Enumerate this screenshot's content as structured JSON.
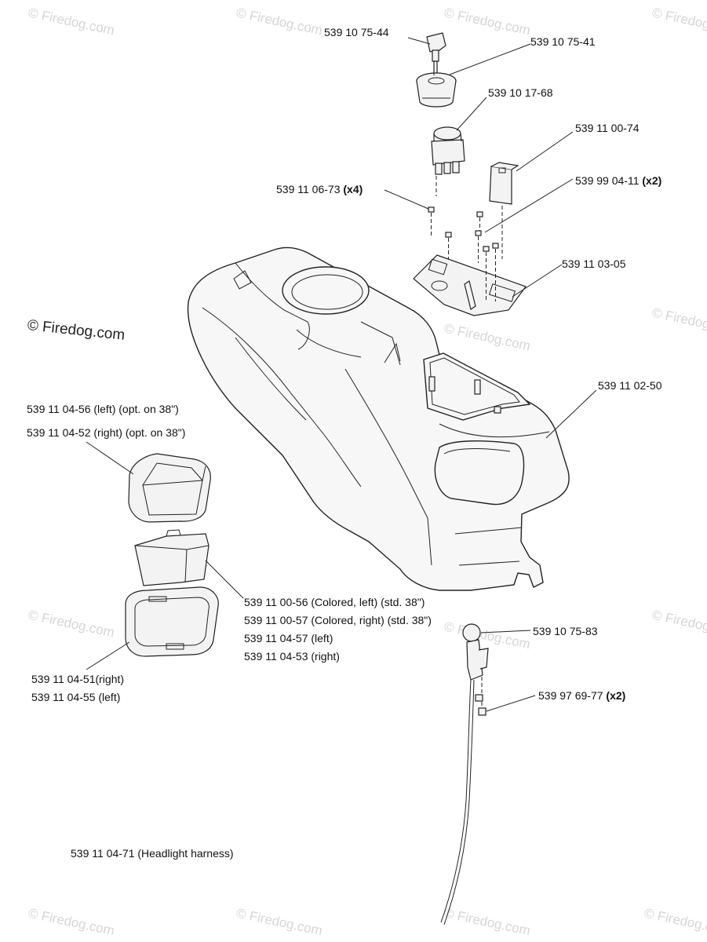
{
  "watermark": {
    "main": "© Firedog.com",
    "repeat": "© Firedog.com"
  },
  "callouts": [
    {
      "id": "c1",
      "part": "539 10 75-44",
      "qty": ""
    },
    {
      "id": "c2",
      "part": "539 10 75-41",
      "qty": ""
    },
    {
      "id": "c3",
      "part": "539 10 17-68",
      "qty": ""
    },
    {
      "id": "c4",
      "part": "539 11 00-74",
      "qty": ""
    },
    {
      "id": "c5",
      "part": "539 99 04-11",
      "qty": "(x2)"
    },
    {
      "id": "c6",
      "part": "539 11 06-73",
      "qty": "(x4)"
    },
    {
      "id": "c7",
      "part": "539 11 03-05",
      "qty": ""
    },
    {
      "id": "c8",
      "part": "539 11 02-50",
      "qty": ""
    },
    {
      "id": "c9",
      "part": "539 11 04-56 (left) (opt. on 38\")",
      "qty": ""
    },
    {
      "id": "c10",
      "part": "539 11 04-52 (right) (opt. on 38\")",
      "qty": ""
    },
    {
      "id": "c11",
      "part": "539 11 00-56 (Colored, left) (std. 38\")",
      "qty": ""
    },
    {
      "id": "c12",
      "part": "539 11 00-57 (Colored, right) (std. 38\")",
      "qty": ""
    },
    {
      "id": "c13",
      "part": "539 11 04-57 (left)",
      "qty": ""
    },
    {
      "id": "c14",
      "part": "539 11 04-53 (right)",
      "qty": ""
    },
    {
      "id": "c15",
      "part": "539 10 75-83",
      "qty": ""
    },
    {
      "id": "c16",
      "part": "539 97 69-77",
      "qty": "(x2)"
    },
    {
      "id": "c17",
      "part": "539 11 04-51(right)",
      "qty": ""
    },
    {
      "id": "c18",
      "part": "539 11 04-55 (left)",
      "qty": ""
    },
    {
      "id": "c19",
      "part": "539 11 04-71 (Headlight harness)",
      "qty": ""
    }
  ]
}
